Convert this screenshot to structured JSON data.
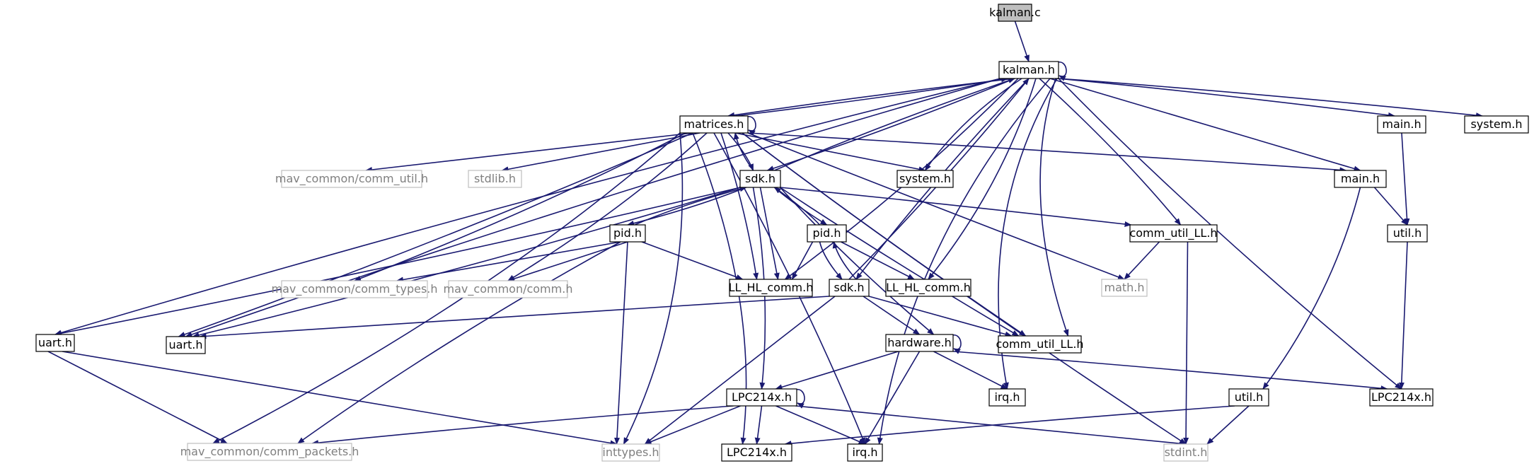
{
  "graph": {
    "nodes": [
      {
        "id": "kalman_c",
        "label": "kalman.c",
        "style": "root"
      },
      {
        "id": "kalman_h",
        "label": "kalman.h",
        "style": "normal"
      },
      {
        "id": "matrices_h",
        "label": "matrices.h",
        "style": "normal"
      },
      {
        "id": "main_h_a",
        "label": "main.h",
        "style": "normal"
      },
      {
        "id": "system_h_r",
        "label": "system.h",
        "style": "normal"
      },
      {
        "id": "comm_util_h",
        "label": "mav_common/comm_util.h",
        "style": "missing"
      },
      {
        "id": "stdlib_h",
        "label": "stdlib.h",
        "style": "missing"
      },
      {
        "id": "system_h",
        "label": "system.h",
        "style": "normal"
      },
      {
        "id": "main_h_b",
        "label": "main.h",
        "style": "normal"
      },
      {
        "id": "sdk_h_a",
        "label": "sdk.h",
        "style": "normal"
      },
      {
        "id": "comm_util_LL_h_a",
        "label": "comm_util_LL.h",
        "style": "normal"
      },
      {
        "id": "pid_h_a",
        "label": "pid.h",
        "style": "normal"
      },
      {
        "id": "pid_h_b",
        "label": "pid.h",
        "style": "normal"
      },
      {
        "id": "util_h_a",
        "label": "util.h",
        "style": "normal"
      },
      {
        "id": "comm_types_h",
        "label": "mav_common/comm_types.h",
        "style": "missing"
      },
      {
        "id": "comm_h",
        "label": "mav_common/comm.h",
        "style": "missing"
      },
      {
        "id": "LL_HL_comm_h_a",
        "label": "LL_HL_comm.h",
        "style": "normal"
      },
      {
        "id": "LL_HL_comm_h_b",
        "label": "LL_HL_comm.h",
        "style": "normal"
      },
      {
        "id": "math_h",
        "label": "math.h",
        "style": "missing"
      },
      {
        "id": "sdk_h_b",
        "label": "sdk.h",
        "style": "normal"
      },
      {
        "id": "uart_h_a",
        "label": "uart.h",
        "style": "normal"
      },
      {
        "id": "uart_h_b",
        "label": "uart.h",
        "style": "normal"
      },
      {
        "id": "hardware_h",
        "label": "hardware.h",
        "style": "normal"
      },
      {
        "id": "comm_util_LL_h_b",
        "label": "comm_util_LL.h",
        "style": "normal"
      },
      {
        "id": "irq_h_a",
        "label": "irq.h",
        "style": "normal"
      },
      {
        "id": "LPC214x_h_a",
        "label": "LPC214x.h",
        "style": "normal"
      },
      {
        "id": "LPC214x_h_b",
        "label": "LPC214x.h",
        "style": "normal"
      },
      {
        "id": "util_h_b",
        "label": "util.h",
        "style": "normal"
      },
      {
        "id": "comm_packets_h",
        "label": "mav_common/comm_packets.h",
        "style": "missing"
      },
      {
        "id": "inttypes_h",
        "label": "inttypes.h",
        "style": "missing"
      },
      {
        "id": "LPC214x_h_c",
        "label": "LPC214x.h",
        "style": "normal"
      },
      {
        "id": "irq_h_b",
        "label": "irq.h",
        "style": "normal"
      },
      {
        "id": "stdint_h",
        "label": "stdint.h",
        "style": "missing"
      }
    ]
  },
  "colors": {
    "edge": "#191970",
    "root_fill": "#bfbfbf",
    "node_border": "#000000",
    "missing_border": "#bfbfbf",
    "missing_text": "#7f7f7f"
  }
}
